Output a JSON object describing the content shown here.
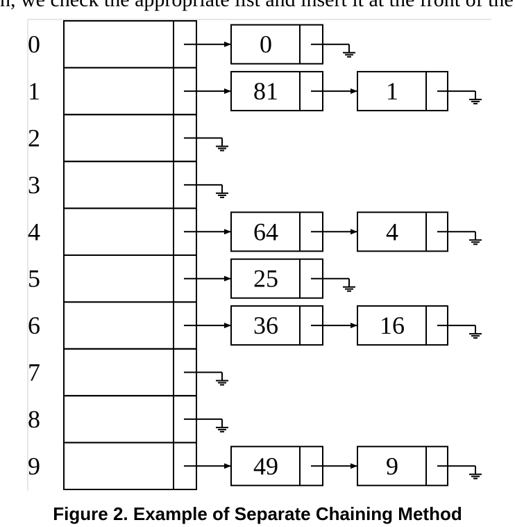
{
  "top_text": "n, we check the appropriate list and insert it at the front of the",
  "caption": "Figure 2. Example of Separate Chaining Method",
  "buckets": [
    {
      "index": "0",
      "chain": [
        "0"
      ]
    },
    {
      "index": "1",
      "chain": [
        "81",
        "1"
      ]
    },
    {
      "index": "2",
      "chain": []
    },
    {
      "index": "3",
      "chain": []
    },
    {
      "index": "4",
      "chain": [
        "64",
        "4"
      ]
    },
    {
      "index": "5",
      "chain": [
        "25"
      ]
    },
    {
      "index": "6",
      "chain": [
        "36",
        "16"
      ]
    },
    {
      "index": "7",
      "chain": []
    },
    {
      "index": "8",
      "chain": []
    },
    {
      "index": "9",
      "chain": [
        "49",
        "9"
      ]
    }
  ]
}
